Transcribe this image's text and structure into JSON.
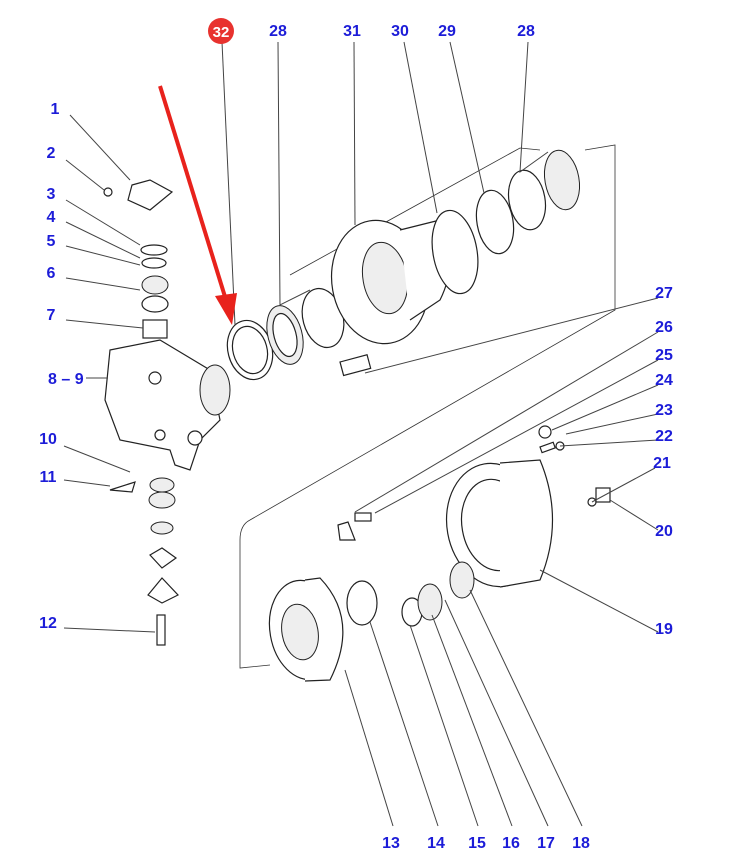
{
  "diagram": {
    "callouts": {
      "c1": "1",
      "c2": "2",
      "c3": "3",
      "c4": "4",
      "c5": "5",
      "c6": "6",
      "c7": "7",
      "c89": "8 – 9",
      "c10": "10",
      "c11": "11",
      "c12": "12",
      "c13": "13",
      "c14": "14",
      "c15": "15",
      "c16": "16",
      "c17": "17",
      "c18": "18",
      "c19": "19",
      "c20": "20",
      "c21": "21",
      "c22": "22",
      "c23": "23",
      "c24": "24",
      "c25": "25",
      "c26": "26",
      "c27": "27",
      "c28a": "28",
      "c28b": "28",
      "c29": "29",
      "c30": "30",
      "c31": "31",
      "c32": "32"
    },
    "highlight": {
      "label_color": "#1c1cd8",
      "badge_color": "#e8322e",
      "arrow_color": "#e8221c"
    }
  }
}
